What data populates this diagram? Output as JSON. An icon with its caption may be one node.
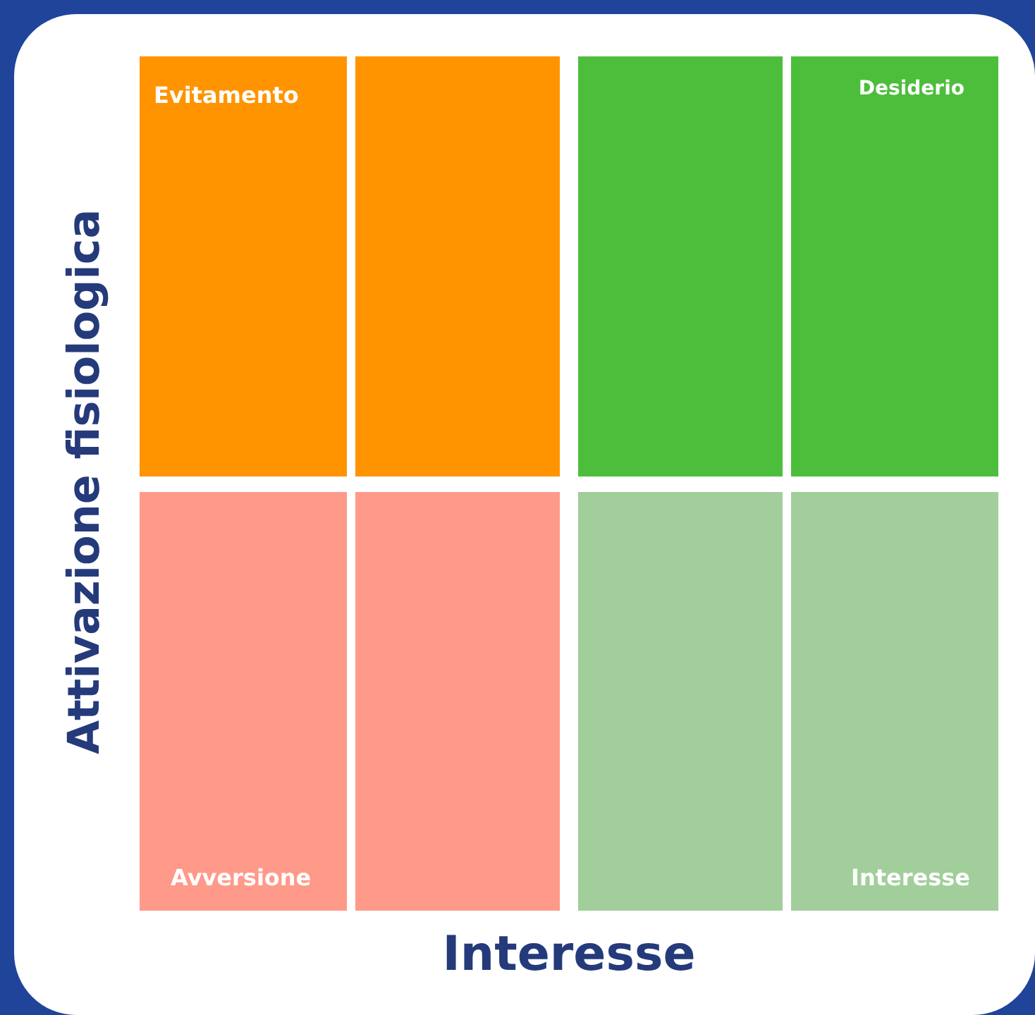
{
  "diagram": {
    "nodes": [
      {
        "text": [
          "Evitamento"
        ]
      },
      {
        "text": [],
        "shape": "box"
      },
      {
        "text": [],
        "shape": "box"
      },
      {
        "text": [
          "Desiderio"
        ]
      },
      {
        "text": [
          "Avversione"
        ]
      },
      {
        "text": [],
        "shape": "box"
      },
      {
        "text": [],
        "shape": "box"
      },
      {
        "text": [
          "Interesse"
        ]
      }
    ],
    "labels": [
      "Attivazione fisiologica",
      "Interesse"
    ]
  }
}
